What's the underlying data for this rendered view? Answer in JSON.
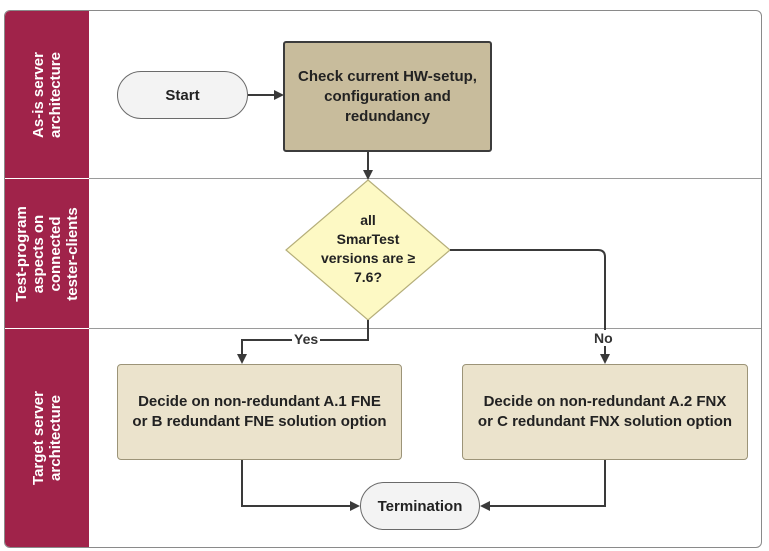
{
  "lanes": [
    {
      "label_line1": "As-is server",
      "label_line2": "architecture",
      "label_line3": ""
    },
    {
      "label_line1": "Test-program",
      "label_line2": "aspects on",
      "label_line3": "connected",
      "label_line4": "tester-clients"
    },
    {
      "label_line1": "Target server",
      "label_line2": "architecture",
      "label_line3": ""
    }
  ],
  "nodes": {
    "start": "Start",
    "check_line1": "Check current HW-setup,",
    "check_line2": "configuration and",
    "check_line3": "redundancy",
    "decision_line1": "all",
    "decision_line2": "SmarTest",
    "decision_line3": "versions are ≥",
    "decision_line4": "7.6?",
    "fne_line1": "Decide on non-redundant A.1 FNE",
    "fne_line2": "or B redundant FNE solution option",
    "fnx_line1": "Decide on non-redundant A.2 FNX",
    "fnx_line2": "or C redundant FNX solution option",
    "termination": "Termination"
  },
  "edges": {
    "yes_label": "Yes",
    "no_label": "No"
  },
  "colors": {
    "lane_header": "#a0234a",
    "check_box": "#c8bc9c",
    "decision": "#fdf9c4",
    "option_box": "#ebe3cc",
    "terminal": "#f3f3f3"
  }
}
